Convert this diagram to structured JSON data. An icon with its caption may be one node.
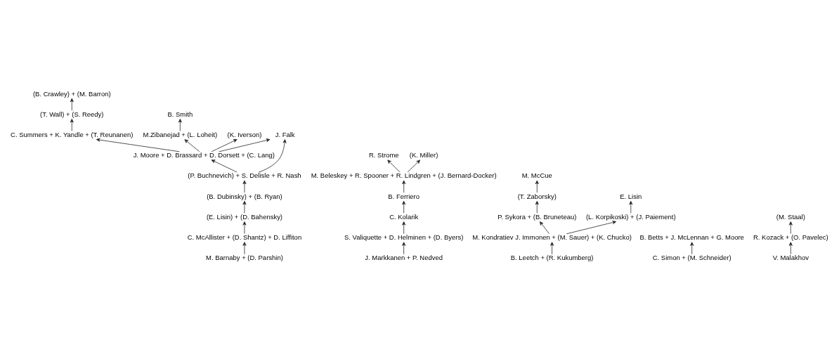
{
  "diagram": {
    "nodes": [
      {
        "text": [
          "(B. Crawley) + (M. Barron)"
        ]
      },
      {
        "text": [
          "(T. Wall) + (S. Reedy)"
        ]
      },
      {
        "text": [
          "C. Summers + K. Yandle + (T. Reunanen)"
        ]
      },
      {
        "text": [
          "B. Smith"
        ]
      },
      {
        "text": [
          "M.Zibanejad + (L. Loheit)"
        ]
      },
      {
        "text": [
          "(K. Iverson)"
        ]
      },
      {
        "text": [
          "J. Moore + D. Brassard + D. Dorsett + (C. Lang)"
        ]
      },
      {
        "text": [
          "R. Strome"
        ]
      },
      {
        "text": [
          "(K. Miller)"
        ]
      },
      {
        "text": [
          "M. Beleskey + R. Spooner + R. Lindgren + (J. Bernard-Docker)"
        ]
      },
      {
        "text": [
          "J. Falk"
        ]
      },
      {
        "text": [
          "(P. Buchnevich) + S. Delisle + R. Nash"
        ]
      },
      {
        "text": [
          "(B. Dubinsky) + (B. Ryan)"
        ]
      },
      {
        "text": [
          "(E. Lisin) + (D. Bahensky)"
        ]
      },
      {
        "text": [
          "C. McAllister + (D. Shantz) + D. Liffiton"
        ]
      },
      {
        "text": [
          "M. Barnaby + (D. Parshin)"
        ]
      },
      {
        "text": [
          "M. McCue"
        ]
      },
      {
        "text": [
          "(T. Zaborsky)"
        ]
      },
      {
        "text": [
          "E. Lisin"
        ]
      },
      {
        "text": [
          "P. Sykora + (B. Bruneteau)"
        ]
      },
      {
        "text": [
          "(L. Korpikoski) + (J. Paiement)"
        ]
      },
      {
        "text": [
          "M. Kondratiev J. Immonen + (M. Sauer) + (K. Chucko)"
        ]
      },
      {
        "text": [
          "B. Betts + J. McLennan + G. Moore"
        ]
      },
      {
        "text": [
          "B. Leetch + (R. Kukumberg)"
        ]
      },
      {
        "text": [
          "C. Simon + (M. Schneider)"
        ]
      },
      {
        "text": [
          "B. Ferriero"
        ]
      },
      {
        "text": [
          "C. Kolarik"
        ]
      },
      {
        "text": [
          "(M. Staal)"
        ]
      },
      {
        "text": [
          "S. Valiquette + D. Helminen + (D. Byers)"
        ]
      },
      {
        "text": [
          "R. Kozack + (O. Pavelec)"
        ]
      },
      {
        "text": [
          "J. Markkanen + P. Nedved"
        ]
      },
      {
        "text": [
          "V. Malakhov"
        ]
      }
    ],
    "edges": [
      {
        "from": 1,
        "to": 0,
        "arrow": "to"
      },
      {
        "from": 2,
        "to": 1,
        "arrow": "to"
      },
      {
        "from": 4,
        "to": 3,
        "arrow": "to"
      },
      {
        "from": 6,
        "to": 2,
        "arrow": "to"
      },
      {
        "from": 6,
        "to": 4,
        "arrow": "to"
      },
      {
        "from": 6,
        "to": 5,
        "arrow": "to"
      },
      {
        "from": 6,
        "to": 10,
        "arrow": "to"
      },
      {
        "from": 9,
        "to": 7,
        "arrow": "to"
      },
      {
        "from": 9,
        "to": 8,
        "arrow": "to"
      },
      {
        "from": 11,
        "to": 10,
        "arrow": "to"
      },
      {
        "from": 25,
        "to": 9,
        "arrow": "to"
      },
      {
        "from": 11,
        "to": 6,
        "arrow": "to"
      },
      {
        "from": 12,
        "to": 11,
        "arrow": "to"
      },
      {
        "from": 13,
        "to": 12,
        "arrow": "to"
      },
      {
        "from": 14,
        "to": 13,
        "arrow": "to"
      },
      {
        "from": 15,
        "to": 14,
        "arrow": "to"
      },
      {
        "from": 17,
        "to": 16,
        "arrow": "to"
      },
      {
        "from": 19,
        "to": 17,
        "arrow": "to"
      },
      {
        "from": 20,
        "to": 18,
        "arrow": "to"
      },
      {
        "from": 21,
        "to": 19,
        "arrow": "to"
      },
      {
        "from": 21,
        "to": 20,
        "arrow": "to"
      },
      {
        "from": 23,
        "to": 21,
        "arrow": "to"
      },
      {
        "from": 24,
        "to": 22,
        "arrow": "to"
      },
      {
        "from": 26,
        "to": 25,
        "arrow": "to"
      },
      {
        "from": 28,
        "to": 26,
        "arrow": "to"
      },
      {
        "from": 29,
        "to": 27,
        "arrow": "to"
      },
      {
        "from": 30,
        "to": 28,
        "arrow": "to"
      },
      {
        "from": 31,
        "to": 29,
        "arrow": "to"
      }
    ]
  }
}
